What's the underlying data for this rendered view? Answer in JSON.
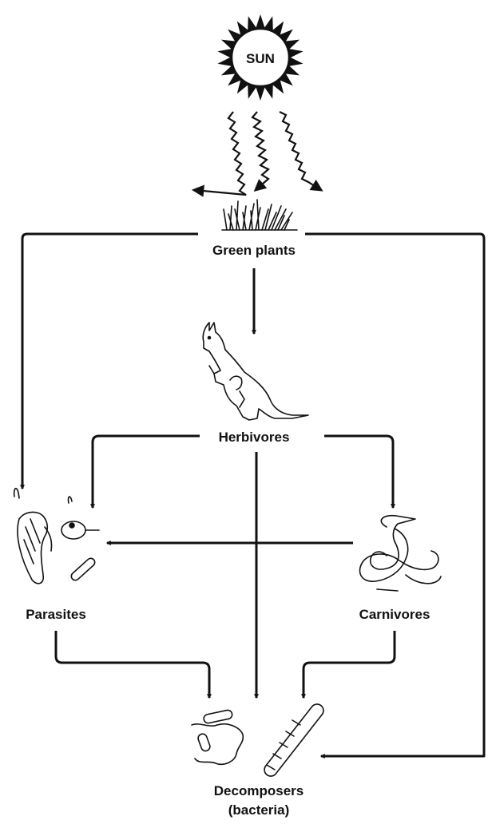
{
  "labels": {
    "sun": "SUN",
    "green_plants": "Green plants",
    "herbivores": "Herbivores",
    "parasites": "Parasites",
    "carnivores": "Carnivores",
    "decomposers": "Decomposers",
    "decomposers_sub": "(bacteria)"
  },
  "colors": {
    "ink": "#111111",
    "background": "#ffffff"
  },
  "icons": [
    "sun-icon",
    "grass-icon",
    "kangaroo-icon",
    "parasites-icon",
    "snake-icon",
    "bacteria-icon"
  ]
}
